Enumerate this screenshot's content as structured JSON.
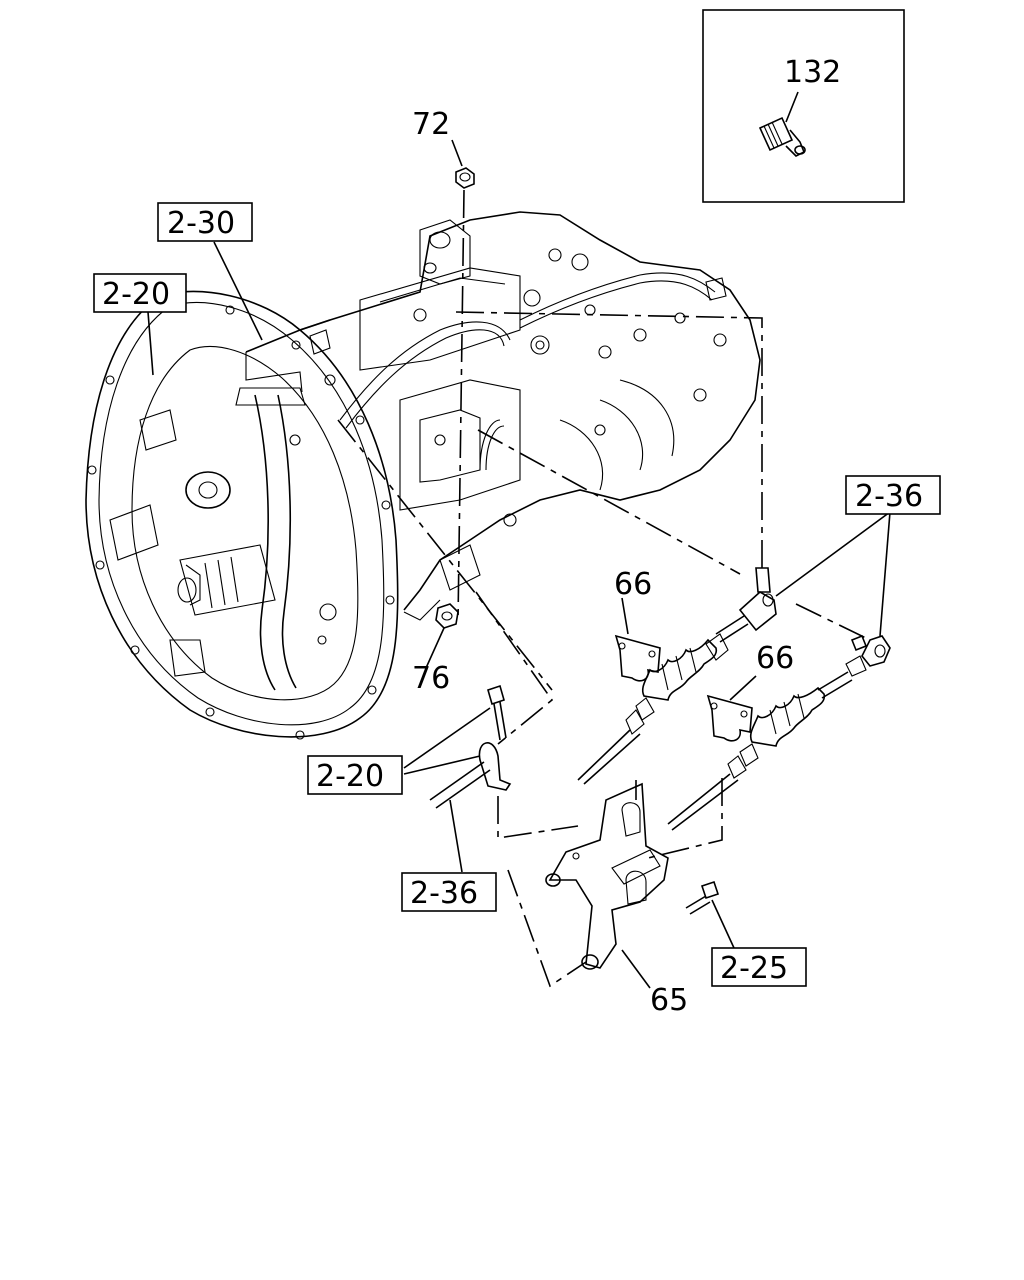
{
  "labels": {
    "inset_part": "132",
    "nut_top": "72",
    "ref_2_30": "2-30",
    "ref_2_20_top": "2-20",
    "ref_2_36_right": "2-36",
    "clip_upper": "66",
    "clip_lower": "66",
    "nut_side": "76",
    "ref_2_20_bottom": "2-20",
    "ref_2_36_bottom": "2-36",
    "ref_2_25": "2-25",
    "bracket": "65"
  }
}
